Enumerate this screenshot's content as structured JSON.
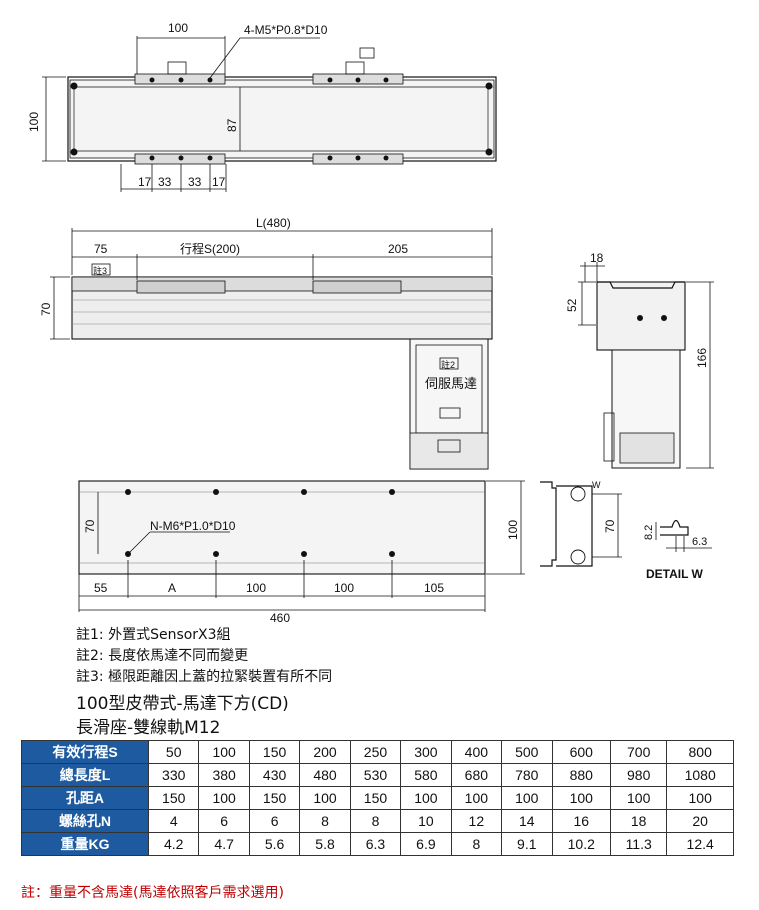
{
  "drawing": {
    "top_view": {
      "dim_100_top": "100",
      "hole_callout": "4-M5*P0.8*D10",
      "dim_height": "100",
      "dim_87": "87",
      "bottom_dims": [
        "17",
        "33",
        "33",
        "17"
      ]
    },
    "front_view": {
      "overall_length": "L(480)",
      "stroke": "行程S(200)",
      "dim_75": "75",
      "dim_205": "205",
      "dim_70": "70",
      "note_tag_3": "註3",
      "note_tag_2": "註2",
      "motor_label": "伺服馬達"
    },
    "side_view": {
      "dim_18": "18",
      "dim_52": "52",
      "dim_166": "166"
    },
    "base_view": {
      "hole_callout": "N-M6*P1.0*D10",
      "dim_70": "70",
      "dim_100_height": "100",
      "bottom_dims": [
        "55",
        "A",
        "100",
        "100",
        "105"
      ],
      "overall": "460"
    },
    "detail_view": {
      "label_w": "W",
      "dim_70": "70",
      "dim_8_2": "8.2",
      "dim_6_3": "6.3",
      "title": "DETAIL W"
    }
  },
  "notes": [
    "註1: 外置式SensorX3組",
    "註2: 長度依馬達不同而變更",
    "註3: 極限距離因上蓋的拉緊裝置有所不同"
  ],
  "title_line1": "100型皮帶式-馬達下方(CD)",
  "title_line2": "長滑座-雙線軌M12",
  "table": {
    "rows": [
      {
        "label": "有效行程S",
        "values": [
          "50",
          "100",
          "150",
          "200",
          "250",
          "300",
          "400",
          "500",
          "600",
          "700",
          "800"
        ]
      },
      {
        "label": "總長度L",
        "values": [
          "330",
          "380",
          "430",
          "480",
          "530",
          "580",
          "680",
          "780",
          "880",
          "980",
          "1080"
        ]
      },
      {
        "label": "孔距A",
        "values": [
          "150",
          "100",
          "150",
          "100",
          "150",
          "100",
          "100",
          "100",
          "100",
          "100",
          "100"
        ]
      },
      {
        "label": "螺絲孔N",
        "values": [
          "4",
          "6",
          "6",
          "8",
          "8",
          "10",
          "12",
          "14",
          "16",
          "18",
          "20"
        ]
      },
      {
        "label": "重量KG",
        "values": [
          "4.2",
          "4.7",
          "5.6",
          "5.8",
          "6.3",
          "6.9",
          "8",
          "9.1",
          "10.2",
          "11.3",
          "12.4"
        ]
      }
    ]
  },
  "footnote": "註：重量不含馬達(馬達依照客戶需求選用)",
  "colors": {
    "header_bg": "#1e5aa0",
    "header_text": "#ffffff",
    "footnote": "#c00000"
  }
}
